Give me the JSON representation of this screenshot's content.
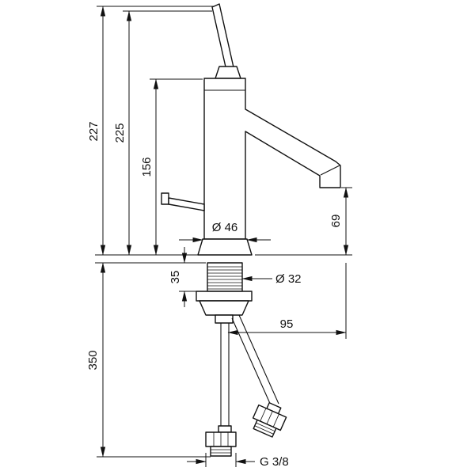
{
  "dims": {
    "overall_height": "227",
    "handle_height": "225",
    "body_height": "156",
    "outlet_height": "69",
    "body_diameter": "Ø 46",
    "shank_diameter": "Ø 32",
    "deck_thickness": "35",
    "spout_reach": "95",
    "hose_length": "350",
    "thread_size": "G 3/8"
  }
}
